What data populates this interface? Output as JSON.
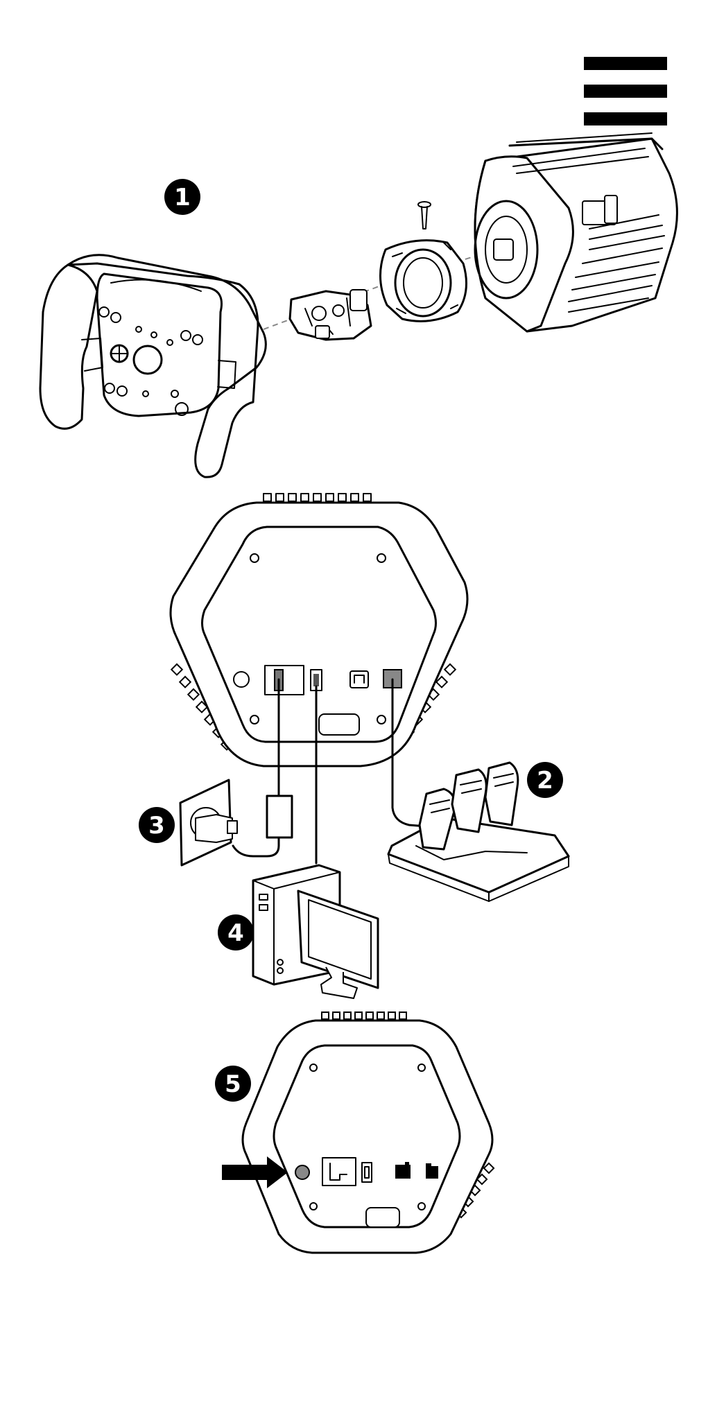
{
  "manual": {
    "menu_icon": "hamburger-bars-icon",
    "steps": [
      {
        "label": "1",
        "description_icon": "wheel-quick-release-assembly"
      },
      {
        "label": "2",
        "description_icon": "pedal-set"
      },
      {
        "label": "3",
        "description_icon": "wall-power-outlet"
      },
      {
        "label": "4",
        "description_icon": "pc-computer"
      },
      {
        "label": "5",
        "description_icon": "base-power-button"
      }
    ],
    "colors": {
      "ink": "#000000",
      "paper": "#ffffff",
      "gray_port": "#888888"
    }
  }
}
